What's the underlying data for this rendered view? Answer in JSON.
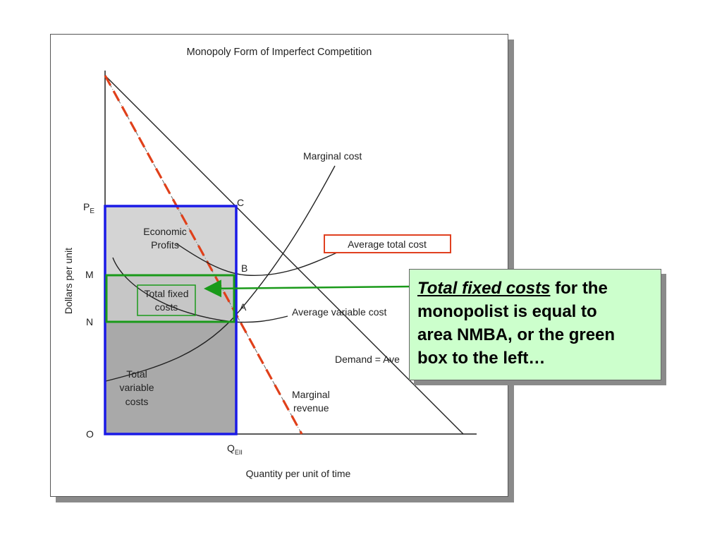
{
  "figure": {
    "title": "Monopoly Form of Imperfect Competition",
    "y_axis_label": "Dollars per unit",
    "x_axis_label": "Quantity per unit of time",
    "y_ticks": [
      {
        "main": "P",
        "sub": "E"
      },
      {
        "main": "M",
        "sub": ""
      },
      {
        "main": "N",
        "sub": ""
      },
      {
        "main": "O",
        "sub": ""
      }
    ],
    "x_tick": {
      "main": "Q",
      "sub": "EII"
    },
    "points": {
      "C": "C",
      "B": "B",
      "A": "A"
    },
    "curve_labels": {
      "marginal_cost": "Marginal cost",
      "average_total_cost": "Average total cost",
      "average_variable_cost": "Average variable cost",
      "demand": "Demand = Ave",
      "marginal_revenue_1": "Marginal",
      "marginal_revenue_2": "revenue"
    },
    "areas": {
      "economic_profits_1": "Economic",
      "economic_profits_2": "Profits",
      "total_fixed_costs_1": "Total fixed",
      "total_fixed_costs_2": "costs",
      "total_variable_costs_1": "Total",
      "total_variable_costs_2": "variable",
      "total_variable_costs_3": "costs"
    },
    "colors": {
      "profit_fill": "#d4d4d4",
      "variable_cost_fill": "#a9a9a9",
      "blue_outline": "#1a1ae6",
      "green_box": "#1a9a1a",
      "atc_box": "#e04020",
      "marginal_revenue": "#e0401a"
    }
  },
  "callout": {
    "emphasis": "Total fixed costs",
    "line1_rest": " for the",
    "line2": "monopolist is equal to",
    "line3": "area NMBA, or the green",
    "line4": "box to the left…"
  }
}
